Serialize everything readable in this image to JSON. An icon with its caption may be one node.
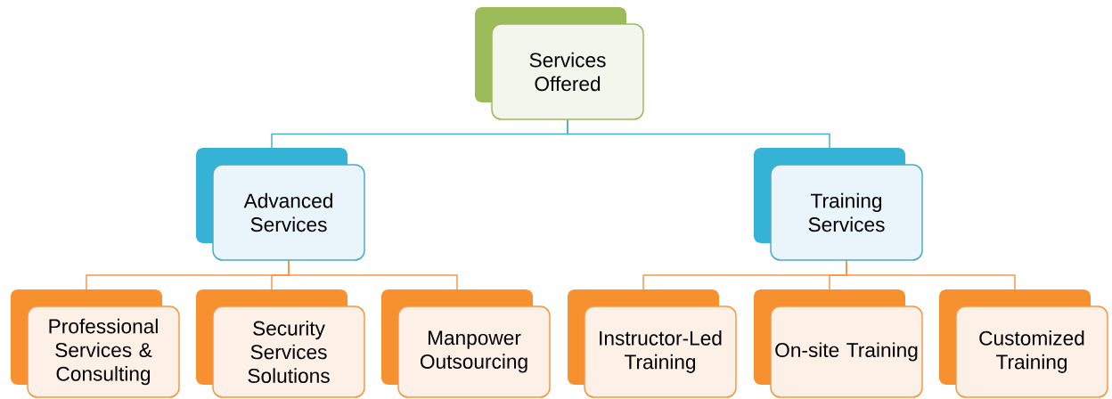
{
  "diagram": {
    "nodes": [
      {
        "text": [
          "Services Offered"
        ]
      },
      {
        "text": [
          "Advanced Services"
        ]
      },
      {
        "text": [
          "Training Services"
        ]
      },
      {
        "text": [
          "Professional Services & Consulting"
        ]
      },
      {
        "text": [
          "Security Services Solutions"
        ]
      },
      {
        "text": [
          "Manpower Outsourcing"
        ]
      },
      {
        "text": [
          "Instructor-Led Training"
        ]
      },
      {
        "text": [
          "On-site Training"
        ]
      },
      {
        "text": [
          "Customized Training"
        ]
      }
    ],
    "edges": [
      {
        "from": 0,
        "to": 1,
        "arrow": "none",
        "color": "#4bacc6"
      },
      {
        "from": 0,
        "to": 2,
        "arrow": "none",
        "color": "#4bacc6"
      },
      {
        "from": 1,
        "to": 3,
        "arrow": "none"
      },
      {
        "from": 1,
        "to": 4,
        "arrow": "none"
      },
      {
        "from": 1,
        "to": 5,
        "arrow": "none"
      },
      {
        "from": 2,
        "to": 6,
        "arrow": "none"
      },
      {
        "from": 2,
        "to": 7,
        "arrow": "none"
      },
      {
        "from": 2,
        "to": 8,
        "arrow": "none"
      }
    ]
  }
}
